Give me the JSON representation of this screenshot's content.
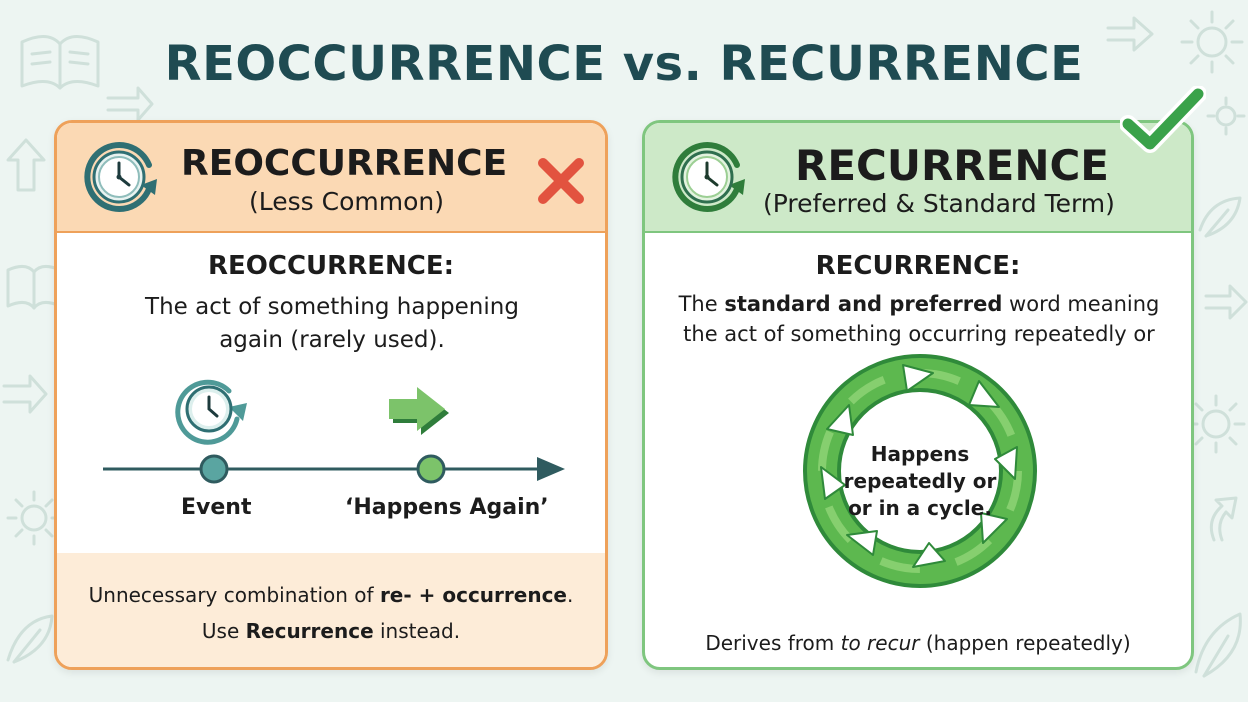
{
  "title": "REOCCURRENCE vs. RECURRENCE",
  "left_card": {
    "header_title": "REOCCURRENCE",
    "header_subtitle": "(Less Common)",
    "def_title": "REOCCURRENCE:",
    "def_line1": "The act of something happening",
    "def_line2": "again (rarely used).",
    "timeline_event": "Event",
    "timeline_again": "‘Happens Again’",
    "footer_line1_pre": "Unnecessary combination of ",
    "footer_line1_bold": "re- + occurrence",
    "footer_line1_post": ".",
    "footer_line2_pre": "Use ",
    "footer_line2_bold": "Recurrence",
    "footer_line2_post": " instead.",
    "icons": [
      "clock-icon",
      "cross-icon",
      "arrow-right-icon"
    ]
  },
  "right_card": {
    "header_title": "RECURRENCE",
    "header_subtitle": "(Preferred & Standard Term)",
    "def_title": "RECURRENCE:",
    "def_pre": "The ",
    "def_bold": "standard and preferred",
    "def_post": " word meaning the act of something occurring repeatedly or again.",
    "cycle_line1": "Happens",
    "cycle_line2": "repeatedly or",
    "cycle_line3": "or in a cycle.",
    "derives_pre": "Derives from ",
    "derives_em": "to recur",
    "derives_post": " (happen repeatedly)",
    "icons": [
      "clock-icon",
      "checkmark-icon",
      "cycle-arrows-icon"
    ]
  },
  "colors": {
    "title": "#1f4b52",
    "left_accent": "#eea15a",
    "left_header": "#fbd9b4",
    "right_accent": "#7fc67f",
    "right_header": "#cde9c8",
    "cross": "#e2533f",
    "check": "#3aa24a",
    "timeline": "#2f5b5f"
  }
}
